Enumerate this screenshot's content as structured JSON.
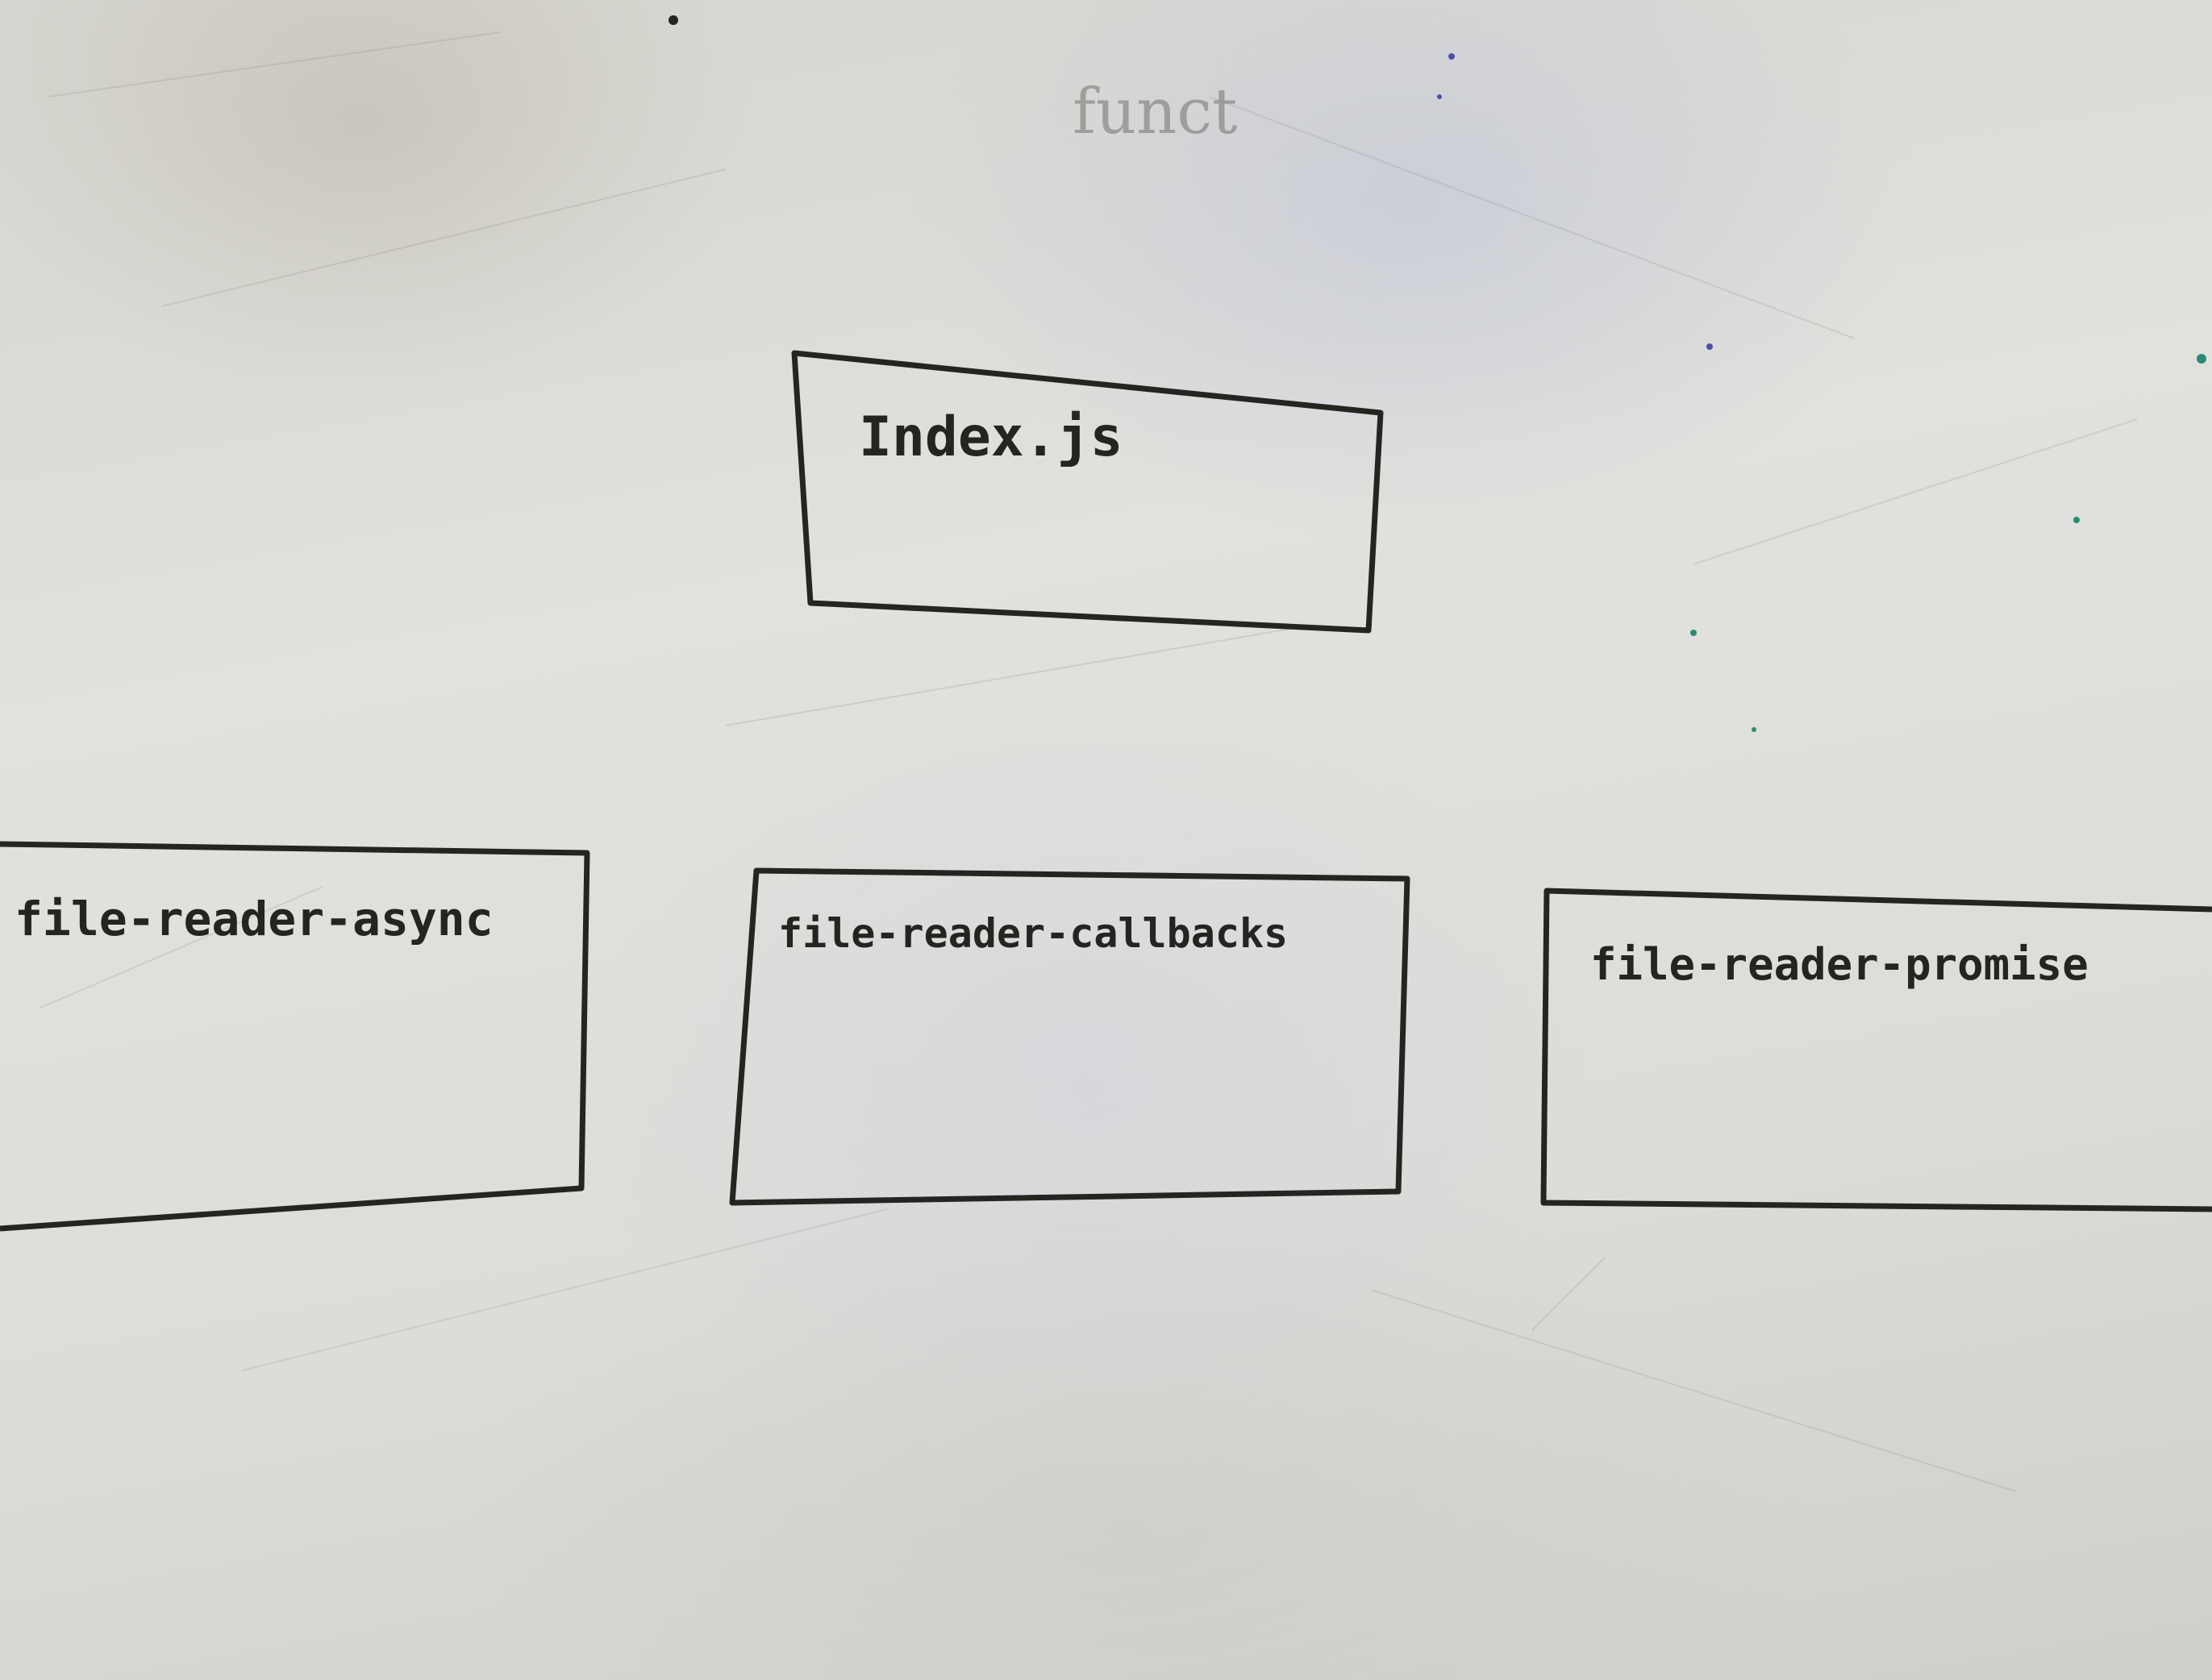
{
  "smudge": {
    "text": "funct"
  },
  "boxes": [
    {
      "id": "index",
      "label": "Index.js"
    },
    {
      "id": "async",
      "label": "file-reader-async"
    },
    {
      "id": "callbacks",
      "label": "file-reader-callbacks"
    },
    {
      "id": "promise",
      "label": "file-reader-promise"
    }
  ],
  "colors": {
    "marker": "#262420",
    "board": "#dcdcd8"
  }
}
